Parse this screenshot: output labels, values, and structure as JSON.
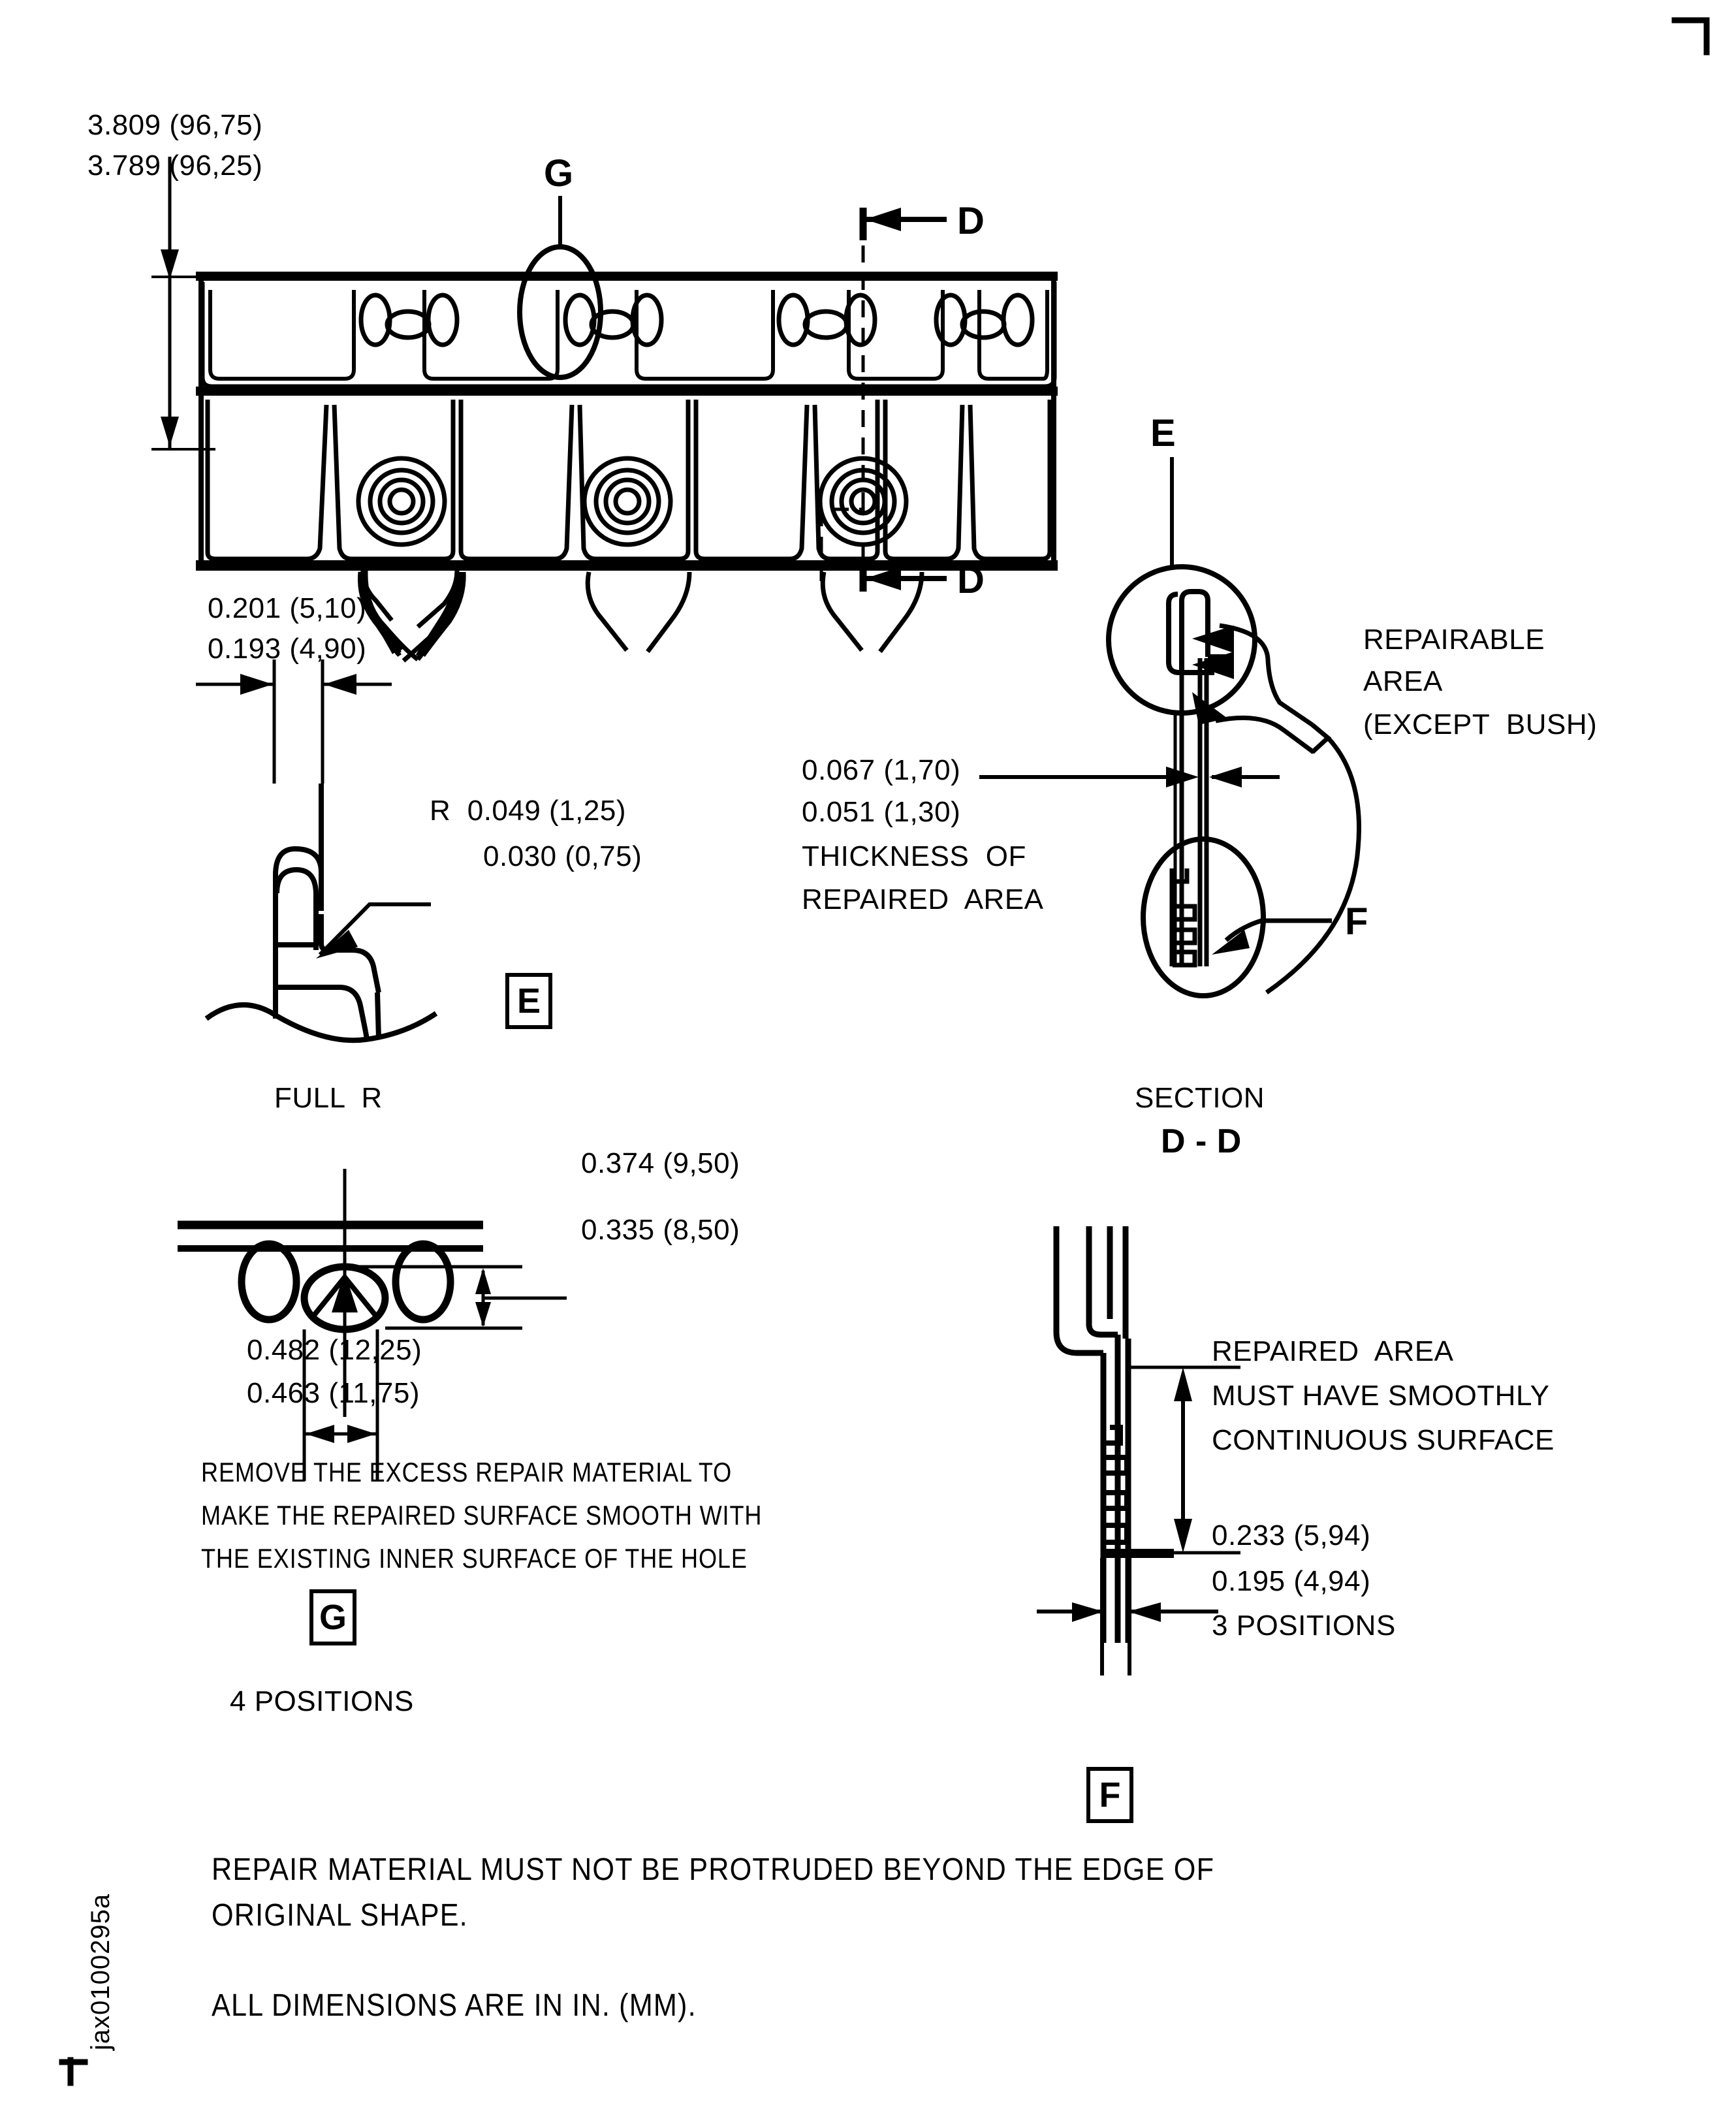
{
  "drawing": {
    "number": "jax0100295a",
    "units_note": "ALL DIMENSIONS ARE IN IN. (MM).",
    "protrusion_note_line1": "REPAIR MATERIAL MUST NOT BE PROTRUDED BEYOND THE EDGE OF",
    "protrusion_note_line2": "ORIGINAL SHAPE."
  },
  "main_view": {
    "height_dim_upper": "3.809 (96,75)",
    "height_dim_lower": "3.789 (96,25)",
    "detail_callout_g": "G",
    "section_letter_top": "D",
    "section_letter_bottom": "D"
  },
  "detail_e": {
    "flag": "E",
    "width_dim_upper": "0.201 (5,10)",
    "width_dim_lower": "0.193 (4,90)",
    "radius_dim_upper": "R  0.049 (1,25)",
    "radius_dim_lower": "0.030 (0,75)"
  },
  "section_dd": {
    "title_line1": "SECTION",
    "title_line2": "D - D",
    "callout_e": "E",
    "callout_f": "F",
    "repairable_line1": "REPAIRABLE",
    "repairable_line2": "AREA",
    "repairable_line3": "(EXCEPT  BUSH)",
    "thickness_dim_upper": "0.067 (1,70)",
    "thickness_dim_lower": "0.051 (1,30)",
    "thickness_label_line1": "THICKNESS  OF",
    "thickness_label_line2": "REPAIRED  AREA"
  },
  "detail_g": {
    "flag": "G",
    "full_r_label": "FULL  R",
    "height_dim_upper": "0.374 (9,50)",
    "height_dim_lower": "0.335 (8,50)",
    "width_dim_upper": "0.482 (12,25)",
    "width_dim_lower": "0.463 (11,75)",
    "note_line1": "REMOVE THE EXCESS REPAIR MATERIAL TO",
    "note_line2": "MAKE THE REPAIRED SURFACE SMOOTH WITH",
    "note_line3": "THE EXISTING INNER SURFACE OF THE HOLE",
    "positions": "4 POSITIONS"
  },
  "detail_f": {
    "flag": "F",
    "note_line1": "REPAIRED  AREA",
    "note_line2": "MUST HAVE SMOOTHLY",
    "note_line3": "CONTINUOUS SURFACE",
    "width_dim_upper": "0.233 (5,94)",
    "width_dim_lower": "0.195 (4,94)",
    "positions": "3 POSITIONS"
  }
}
